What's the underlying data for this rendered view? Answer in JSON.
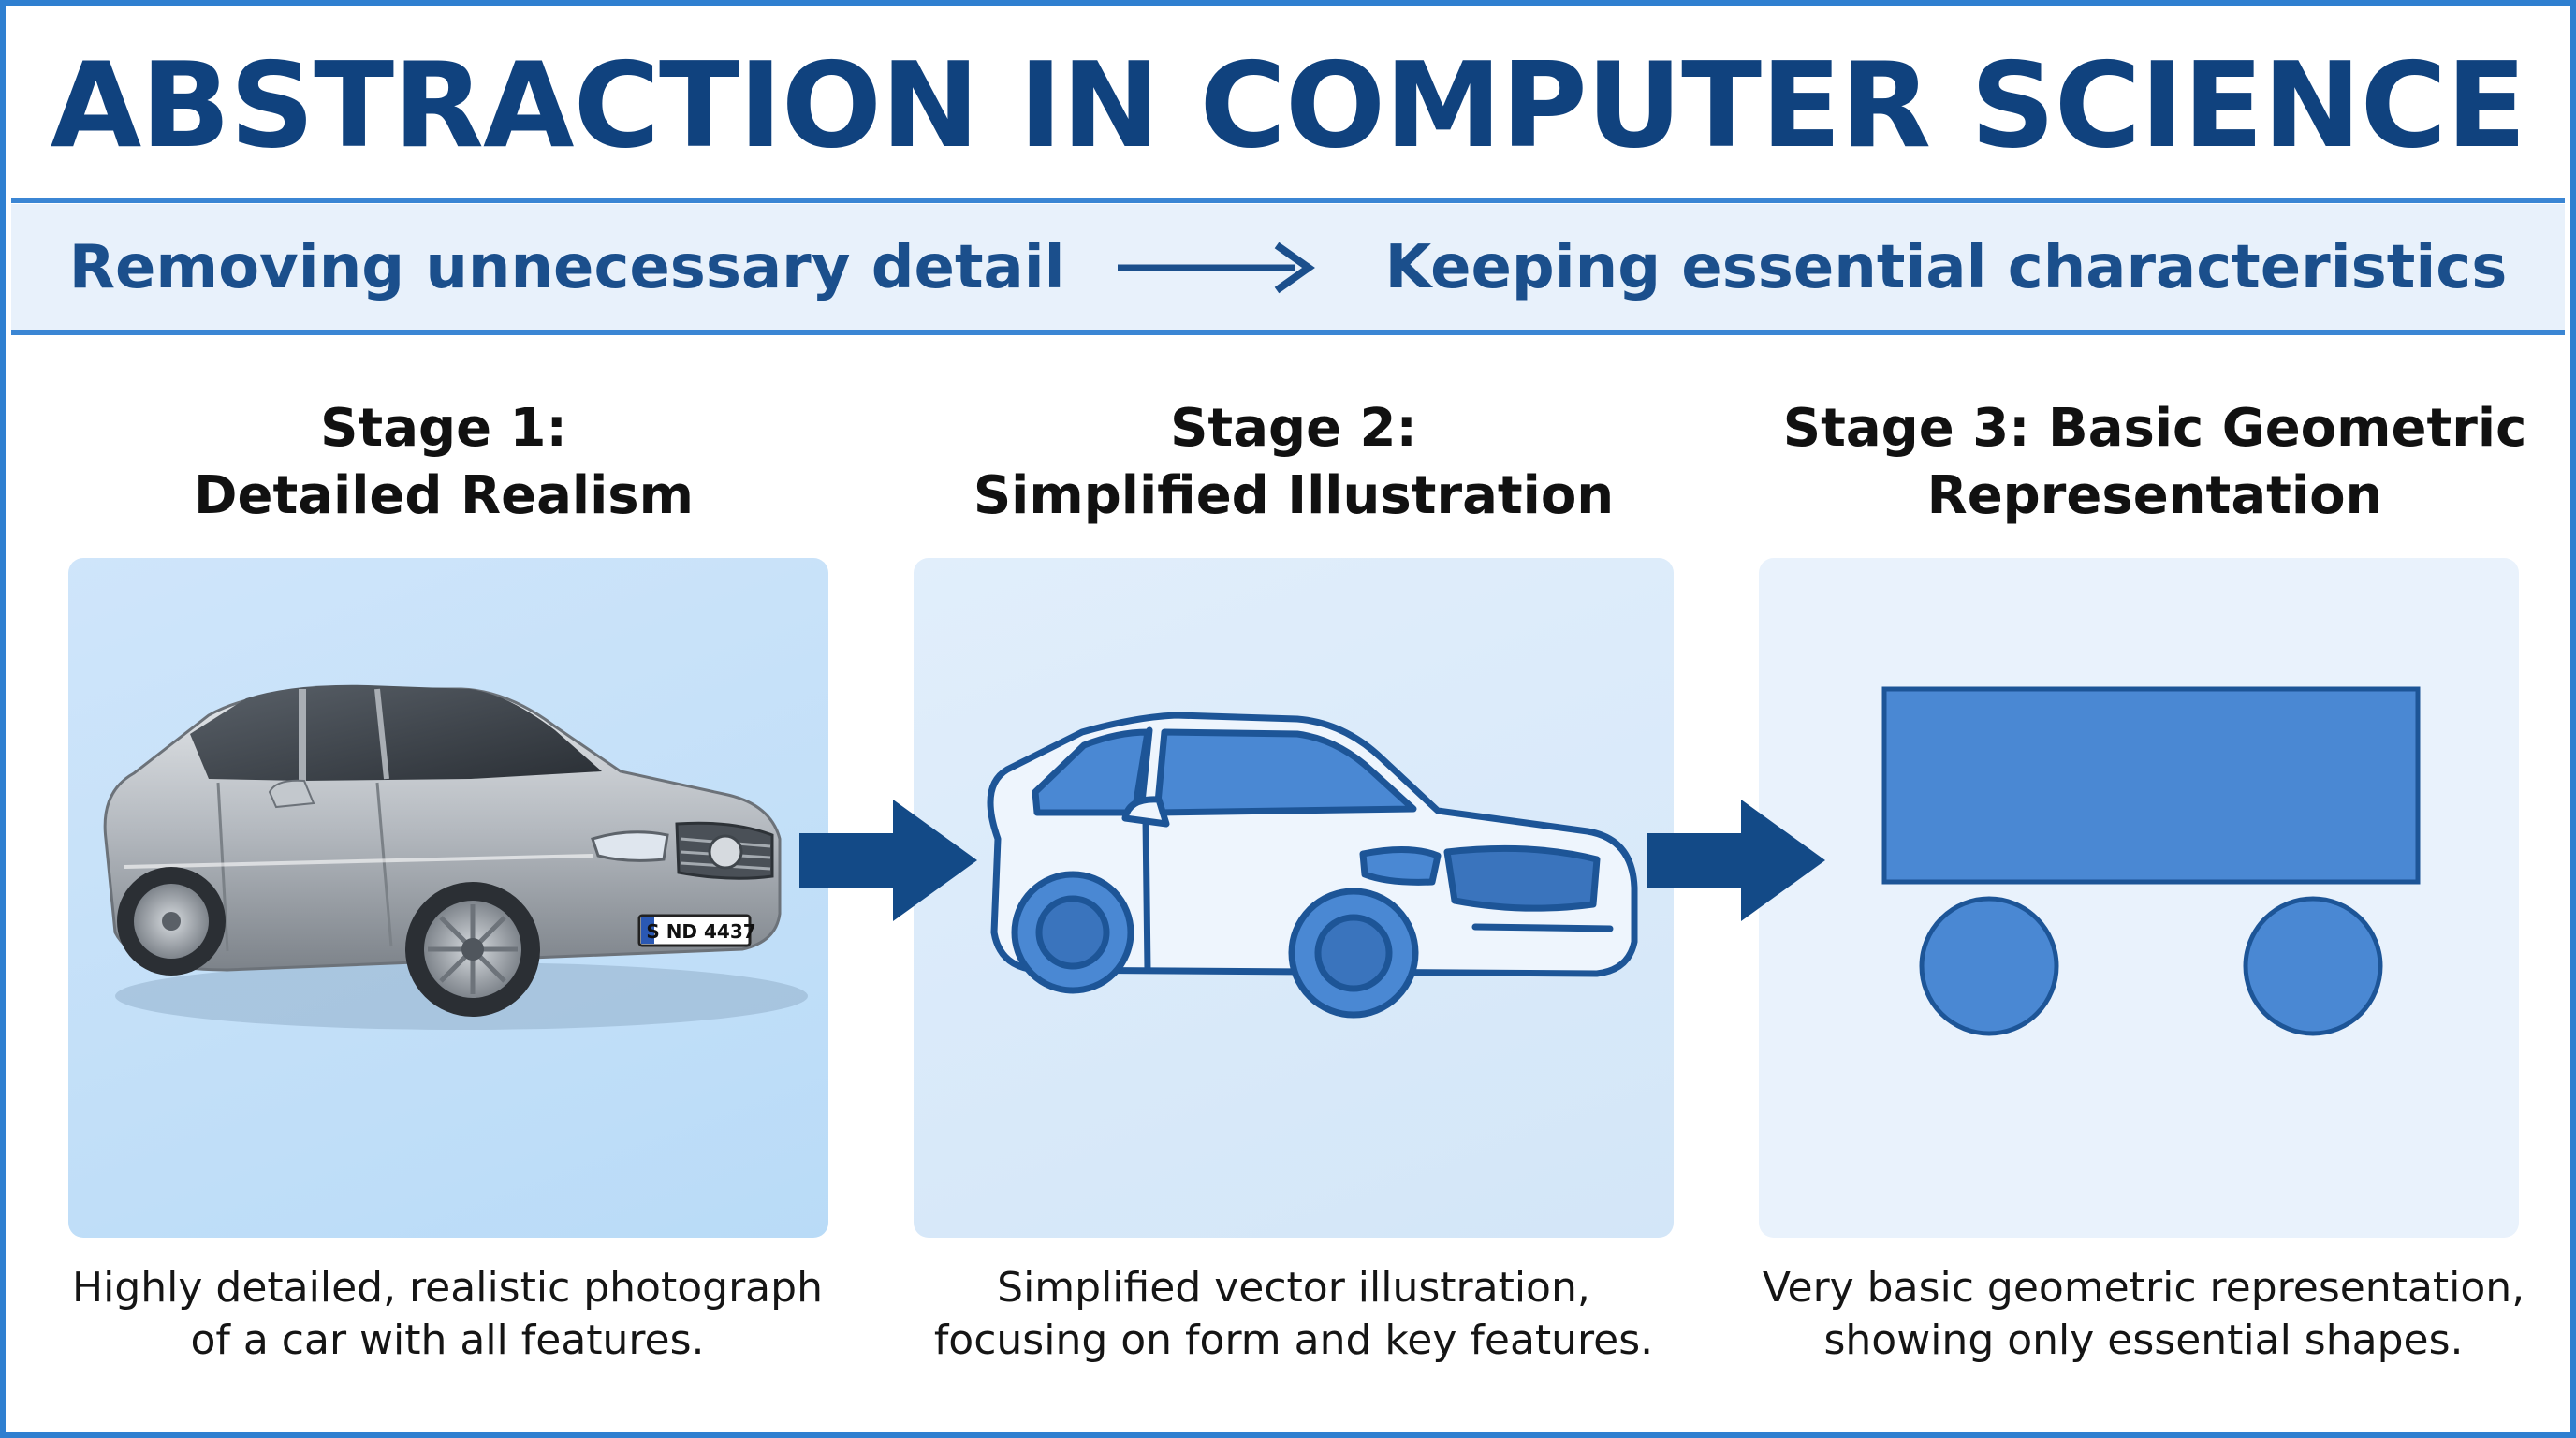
{
  "header": {
    "title": "ABSTRACTION IN COMPUTER SCIENCE"
  },
  "subheader": {
    "left_text": "Removing unnecessary detail",
    "right_text": "Keeping essential characteristics"
  },
  "stages": [
    {
      "title_line1": "Stage 1:",
      "title_line2": "Detailed Realism",
      "caption_line1": "Highly detailed, realistic photograph",
      "caption_line2": "of a car with all features.",
      "image": "realistic-car-photo",
      "plate_text": "S ND 4437"
    },
    {
      "title_line1": "Stage 2:",
      "title_line2": "Simplified Illustration",
      "caption_line1": "Simplified vector illustration,",
      "caption_line2": "focusing on form and key features.",
      "image": "vector-car-illustration"
    },
    {
      "title_line1": "Stage 3: Basic Geometric",
      "title_line2": "Representation",
      "caption_line1": "Very basic geometric representation,",
      "caption_line2": "showing only essential shapes.",
      "image": "geometric-car-shapes"
    }
  ],
  "icons": {
    "flow_arrow": "arrow-right-icon"
  },
  "colors": {
    "title": "#10427e",
    "accent_blue": "#3b86d4",
    "arrow": "#134a87",
    "geometric_fill": "#4a88d3",
    "geometric_stroke": "#1d5597",
    "car_silver": "#b9bec4"
  }
}
